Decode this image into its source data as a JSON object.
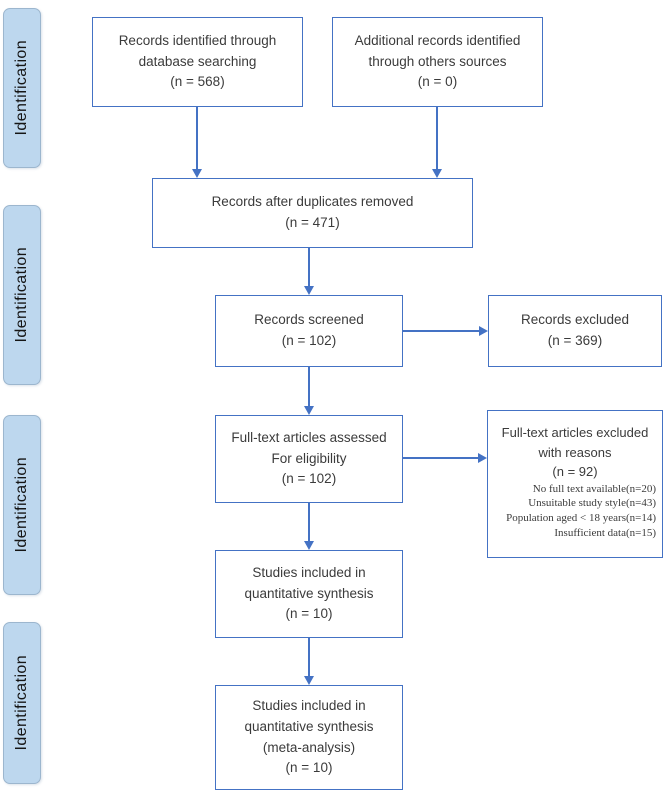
{
  "colors": {
    "box_border": "#4472C4",
    "arrow": "#4472C4",
    "sidebar_fill": "#BDD7EE",
    "sidebar_border": "#9CB6CE",
    "text": "#3b3b3b"
  },
  "sidebar": {
    "labels": [
      "Identification",
      "Identification",
      "Identification",
      "Identification"
    ]
  },
  "boxes": {
    "records_identified": {
      "lines": [
        "Records identified through",
        "database searching",
        "(n = 568)"
      ]
    },
    "additional_records": {
      "lines": [
        "Additional records identified",
        "through others sources",
        "(n = 0)"
      ]
    },
    "after_duplicates": {
      "lines": [
        "Records after duplicates removed",
        "(n = 471)"
      ]
    },
    "records_screened": {
      "lines": [
        "Records screened",
        "(n = 102)"
      ]
    },
    "records_excluded": {
      "lines": [
        "Records excluded",
        "(n = 369)"
      ]
    },
    "fulltext_assessed": {
      "lines": [
        "Full-text articles assessed",
        "For eligibility",
        "(n = 102)"
      ]
    },
    "fulltext_excluded": {
      "heading_lines": [
        "Full-text articles excluded",
        "with reasons",
        "(n = 92)"
      ],
      "reasons": [
        "No full text available(n=20)",
        "Unsuitable study style(n=43)",
        "Population aged < 18 years(n=14)",
        "Insufficient data(n=15)"
      ]
    },
    "quantitative_synthesis": {
      "lines": [
        "Studies included in",
        "quantitative synthesis",
        "(n = 10)"
      ]
    },
    "meta_analysis": {
      "lines": [
        "Studies included in",
        "quantitative synthesis",
        "(meta-analysis)",
        "(n = 10)"
      ]
    }
  }
}
